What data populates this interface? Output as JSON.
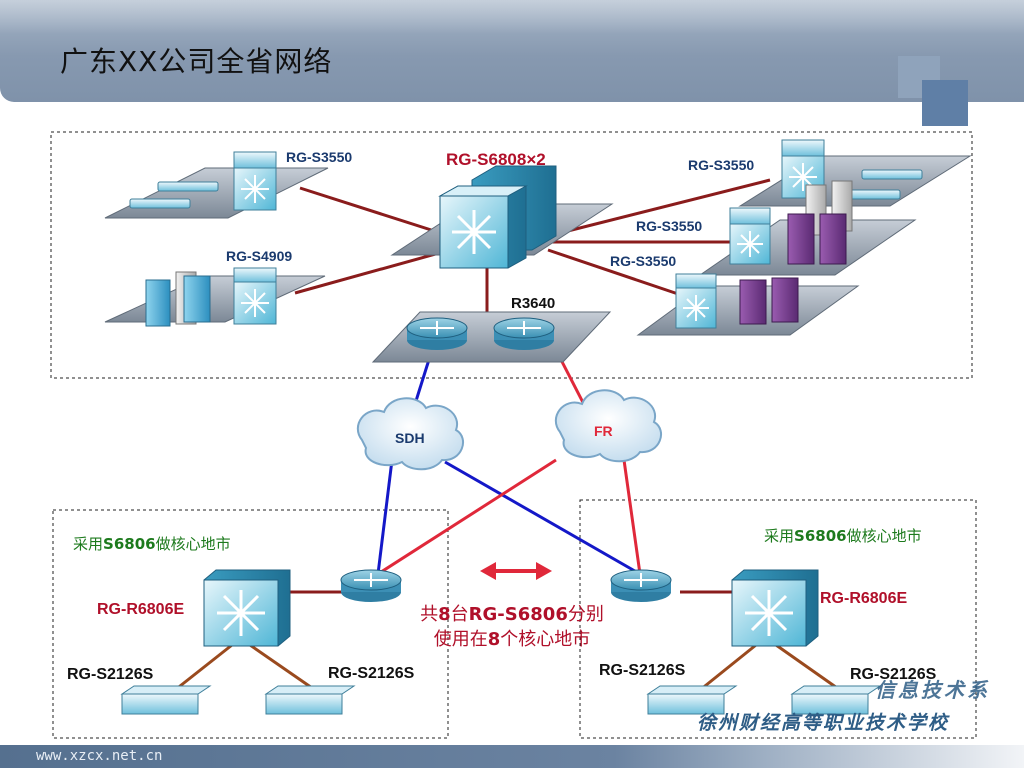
{
  "slide": {
    "title": "广东XX公司全省网络",
    "footer_url": "www.xzcx.net.cn"
  },
  "watermark": {
    "line1": "信息技术系",
    "line2": "徐州财经高等职业技术学校"
  },
  "hq": {
    "core_label": "RG-S6808×2",
    "router_label": "R3640",
    "left_top_label": "RG-S3550",
    "left_bottom_label": "RG-S4909",
    "right_labels": [
      "RG-S3550",
      "RG-S3550",
      "RG-S3550"
    ]
  },
  "wan": {
    "sdh_label": "SDH",
    "fr_label": "FR"
  },
  "left_region": {
    "caption_prefix": "采用",
    "caption_model": "S6806",
    "caption_suffix": "做核心地市",
    "core_label": "RG-R6806E",
    "access_labels": [
      "RG-S2126S",
      "RG-S2126S"
    ]
  },
  "right_region": {
    "caption_prefix": "采用",
    "caption_model": "S6806",
    "caption_suffix": "做核心地市",
    "core_label": "RG-R6806E",
    "access_labels": [
      "RG-S2126S",
      "RG-S2126S"
    ]
  },
  "note": {
    "line1_prefix": "共",
    "line1_num": "8",
    "line1_mid": "台",
    "line1_model": "RG-S6806",
    "line1_suffix": "分别",
    "line2_prefix": "使用在",
    "line2_num": "8",
    "line2_suffix": "个核心地市"
  },
  "colors": {
    "red_label": "#b0102a",
    "green_caption": "#1d7a1d",
    "navy_label": "#1a3a6e",
    "sdh_link": "#1418c8",
    "fr_link": "#e0283a",
    "lan_link": "#8a1c1c",
    "access_link": "#9a4a1e"
  }
}
